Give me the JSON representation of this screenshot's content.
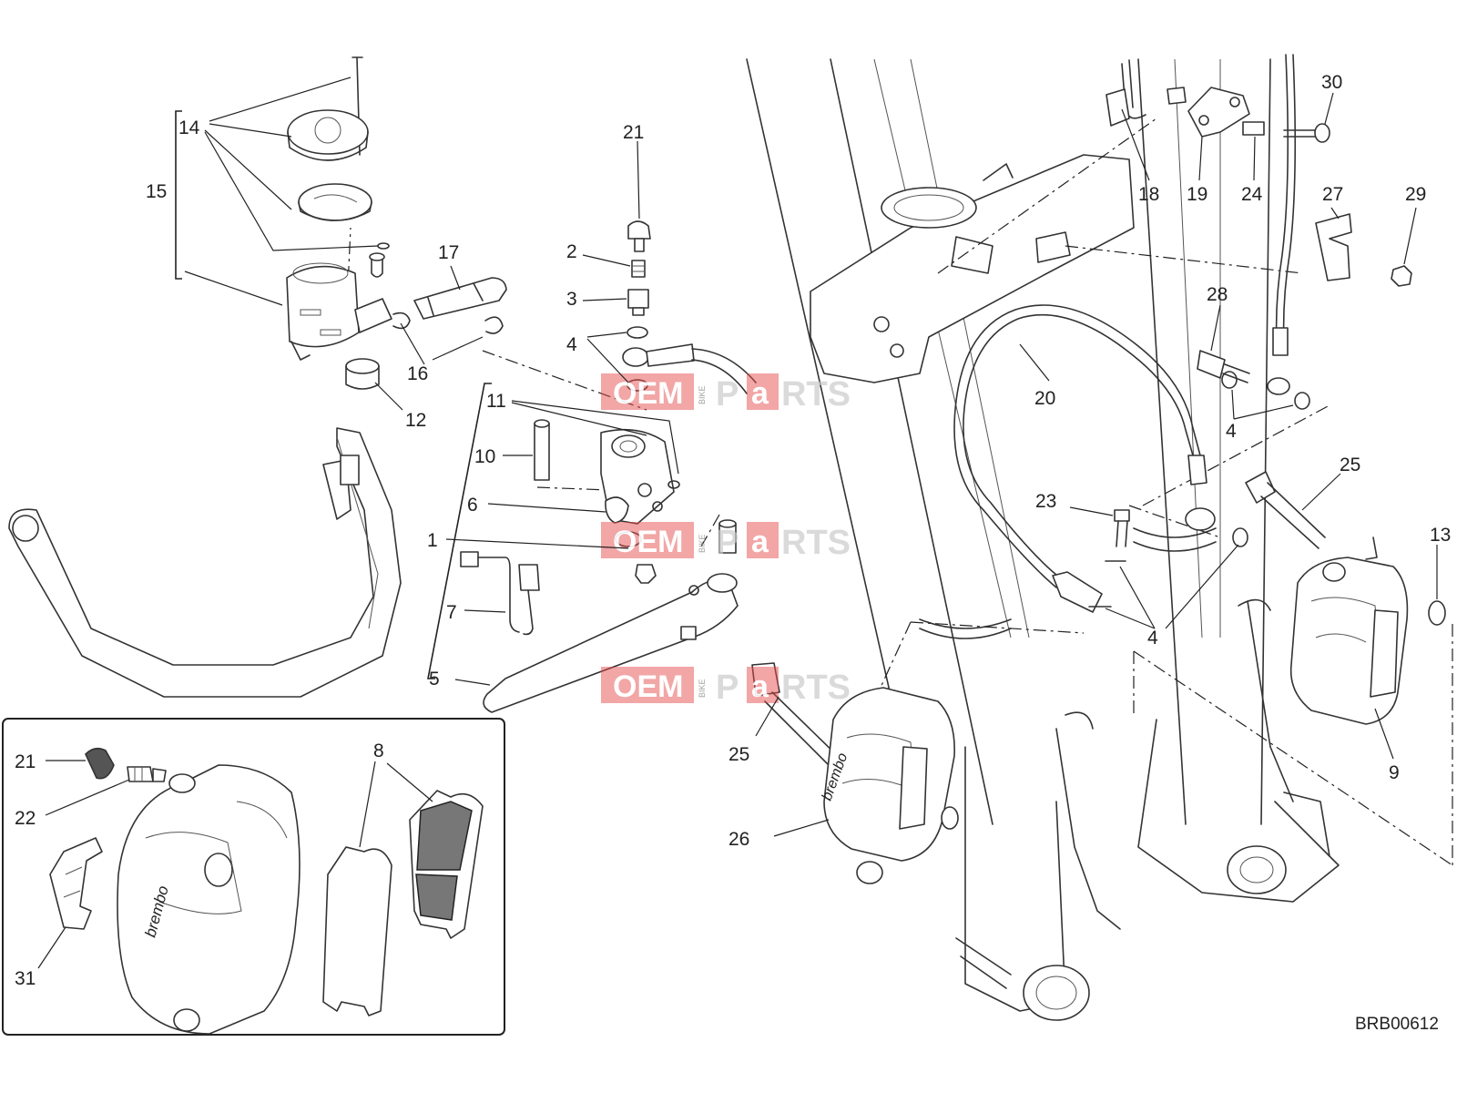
{
  "diagram_code": "BRB00612",
  "callouts": [
    {
      "id": "c1",
      "label": "1"
    },
    {
      "id": "c2",
      "label": "2"
    },
    {
      "id": "c3",
      "label": "3"
    },
    {
      "id": "c4a",
      "label": "4"
    },
    {
      "id": "c4b",
      "label": "4"
    },
    {
      "id": "c4c",
      "label": "4"
    },
    {
      "id": "c5",
      "label": "5"
    },
    {
      "id": "c6",
      "label": "6"
    },
    {
      "id": "c7",
      "label": "7"
    },
    {
      "id": "c8",
      "label": "8"
    },
    {
      "id": "c9",
      "label": "9"
    },
    {
      "id": "c10",
      "label": "10"
    },
    {
      "id": "c11",
      "label": "11"
    },
    {
      "id": "c12",
      "label": "12"
    },
    {
      "id": "c13",
      "label": "13"
    },
    {
      "id": "c14",
      "label": "14"
    },
    {
      "id": "c15",
      "label": "15"
    },
    {
      "id": "c16",
      "label": "16"
    },
    {
      "id": "c17",
      "label": "17"
    },
    {
      "id": "c18",
      "label": "18"
    },
    {
      "id": "c19",
      "label": "19"
    },
    {
      "id": "c20",
      "label": "20"
    },
    {
      "id": "c21a",
      "label": "21"
    },
    {
      "id": "c21b",
      "label": "21"
    },
    {
      "id": "c22",
      "label": "22"
    },
    {
      "id": "c23",
      "label": "23"
    },
    {
      "id": "c24",
      "label": "24"
    },
    {
      "id": "c25a",
      "label": "25"
    },
    {
      "id": "c25b",
      "label": "25"
    },
    {
      "id": "c26",
      "label": "26"
    },
    {
      "id": "c27",
      "label": "27"
    },
    {
      "id": "c28",
      "label": "28"
    },
    {
      "id": "c29",
      "label": "29"
    },
    {
      "id": "c30",
      "label": "30"
    },
    {
      "id": "c31",
      "label": "31"
    }
  ],
  "watermark": {
    "left": "OEM",
    "small": "BIKE",
    "right1": "P",
    "right2": "a",
    "right3": "RTS"
  },
  "colors": {
    "line": "#333333",
    "watermark": "#e34a4a",
    "pad": "#777777"
  }
}
